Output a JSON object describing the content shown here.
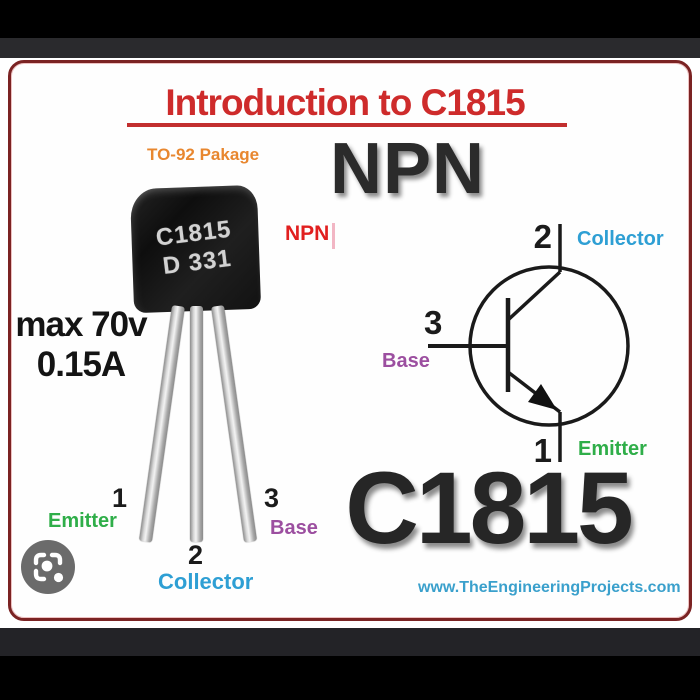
{
  "title": {
    "text": "Introduction to C1815"
  },
  "labels": {
    "package_type": "TO-92 Pakage",
    "npn_large": "NPN",
    "npn_small": "NPN"
  },
  "ratings": {
    "max_voltage": "max 70v",
    "max_current": "0.15A"
  },
  "package": {
    "marking_line1": "C1815",
    "marking_line2": "D 331"
  },
  "symbol_pins": [
    {
      "num": "2",
      "name": "Collector",
      "color": "#2e9fd4"
    },
    {
      "num": "3",
      "name": "Base",
      "color": "#9c4fa0"
    },
    {
      "num": "1",
      "name": "Emitter",
      "color": "#2fae49"
    }
  ],
  "package_pins": [
    {
      "num": "1",
      "name": "Emitter",
      "color": "#2fae49"
    },
    {
      "num": "3",
      "name": "Base",
      "color": "#9c4fa0"
    },
    {
      "num": "2",
      "name": "Collector",
      "color": "#2e9fd4"
    }
  ],
  "part_number": "C1815",
  "footer": {
    "website": "www.TheEngineeringProjects.com"
  },
  "icons": {
    "lens": "google-lens-icon"
  },
  "colors": {
    "title_red": "#ce2b2b",
    "border_maroon": "#7b2323",
    "package_type_orange": "#e8872f",
    "npn_red": "#e11f1f",
    "collector_blue": "#2e9fd4",
    "base_purple": "#9c4fa0",
    "emitter_green": "#2fae49",
    "website_blue": "#3aa0cc"
  }
}
